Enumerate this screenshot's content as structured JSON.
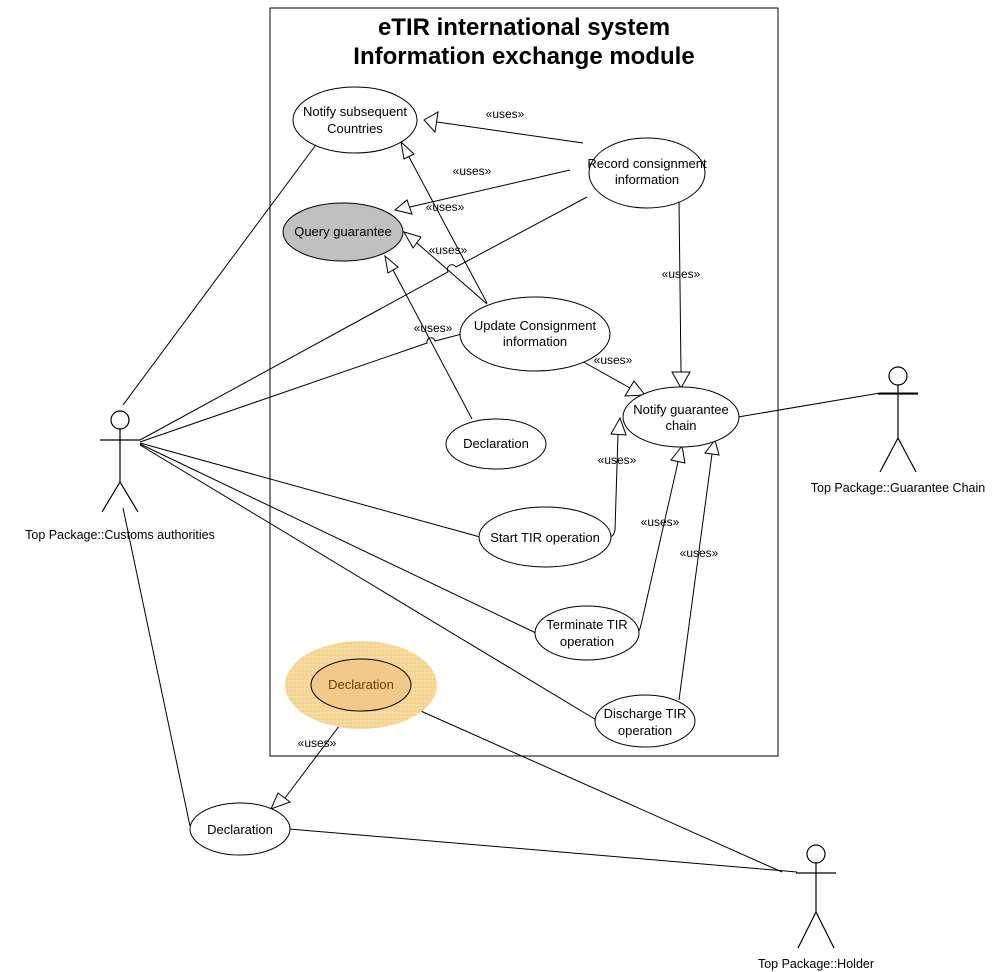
{
  "system": {
    "title_line1": "eTIR international system",
    "title_line2": "Information exchange module"
  },
  "use_cases": {
    "notify_countries": {
      "line1": "Notify subsequent",
      "line2": "Countries"
    },
    "record_consignment": {
      "line1": "Record consignment",
      "line2": "information"
    },
    "query_guarantee": {
      "label": "Query guarantee",
      "fill": "#c0c0c0"
    },
    "update_consignment": {
      "line1": "Update Consignment",
      "line2": "information"
    },
    "declaration_inner": {
      "label": "Declaration"
    },
    "notify_guarantee_chain": {
      "line1": "Notify guarantee",
      "line2": "chain"
    },
    "start_tir": {
      "label": "Start TIR operation"
    },
    "terminate_tir": {
      "line1": "Terminate TIR",
      "line2": "operation"
    },
    "discharge_tir": {
      "line1": "Discharge TIR",
      "line2": "operation"
    },
    "declaration_highlight": {
      "label": "Declaration",
      "halo_color": "#f6d79a",
      "fill": "#f3c98a",
      "text_color": "#8a4b00"
    },
    "declaration_outer": {
      "label": "Declaration"
    }
  },
  "relations": {
    "uses_label": "«uses»"
  },
  "actors": {
    "customs": {
      "label": "Top Package::Customs authorities"
    },
    "guarantee_chain": {
      "label": "Top Package::Guarantee Chain"
    },
    "holder": {
      "label": "Top Package::Holder"
    }
  }
}
